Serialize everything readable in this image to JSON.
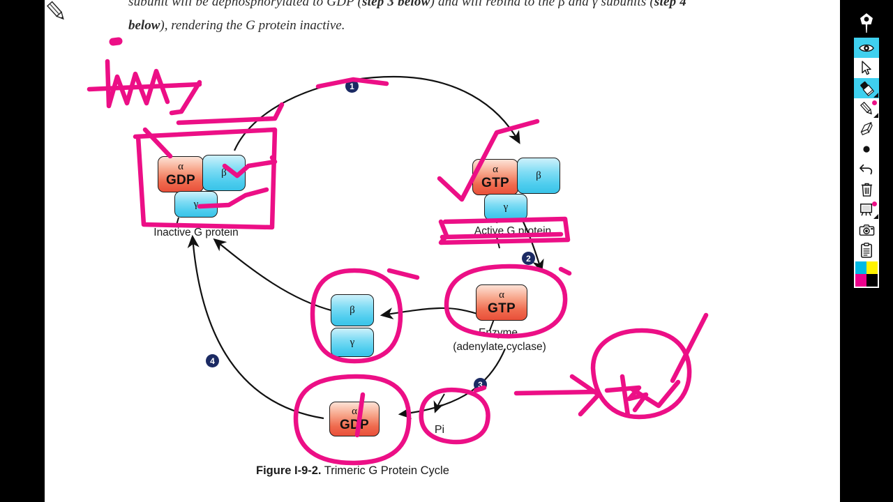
{
  "document": {
    "line1_prefix": "subunit will be dephosphorylated to GDP (",
    "line1_bold": "step 3 below",
    "line1_mid": ") and will rebind to the β and γ subunits (",
    "line1_bold2": "step 4",
    "line2_bold": "below",
    "line2_rest": "), rendering the G protein inactive."
  },
  "figure": {
    "caption_bold": "Figure I-9-2.",
    "caption_rest": " Trimeric G Protein Cycle",
    "labels": {
      "inactive": "Inactive G protein",
      "active": "Active G protein",
      "enzyme_line1": "Enzyme",
      "enzyme_line2": "(adenylate cyclase)",
      "pi": "Pi"
    },
    "steps": [
      {
        "id": "step-1",
        "number": "1"
      },
      {
        "id": "step-2",
        "number": "2"
      },
      {
        "id": "step-3",
        "number": "3"
      },
      {
        "id": "step-4",
        "number": "4"
      }
    ],
    "subunits": {
      "inactive_alpha_greek": "α",
      "inactive_alpha_nuc": "GDP",
      "inactive_beta": "β",
      "inactive_gamma": "γ",
      "active_alpha_greek": "α",
      "active_alpha_nuc": "GTP",
      "active_beta": "β",
      "active_gamma": "γ",
      "free_beta": "β",
      "free_gamma": "γ",
      "enzyme_alpha_greek": "α",
      "enzyme_alpha_nuc": "GTP",
      "bottom_alpha_greek": "α",
      "bottom_alpha_nuc": "GDP"
    },
    "colors": {
      "alpha_fill": "#ef6a4e",
      "beta_fill": "#4ecdee",
      "step_badge": "#1b2a63",
      "ink": "#ec0f86"
    }
  },
  "toolbar": {
    "logo_icon": "pen-nib-icon",
    "tools": [
      {
        "id": "tool-visibility",
        "icon": "eye-icon",
        "label": "Show / Hide annotations",
        "active": true,
        "mark": "none"
      },
      {
        "id": "tool-select",
        "icon": "cursor-arrow-icon",
        "label": "Select",
        "active": false,
        "mark": "none"
      },
      {
        "id": "tool-highlighter",
        "icon": "highlighter-icon",
        "label": "Highlighter",
        "active": true,
        "mark": "corner"
      },
      {
        "id": "tool-pen",
        "icon": "pencil-icon",
        "label": "Pen",
        "active": false,
        "mark": "dot"
      },
      {
        "id": "tool-eraser",
        "icon": "eraser-icon",
        "label": "Eraser",
        "active": false,
        "mark": "none"
      },
      {
        "id": "tool-dot",
        "icon": "dot-icon",
        "label": "Stroke size",
        "active": false,
        "mark": "none"
      },
      {
        "id": "tool-undo",
        "icon": "undo-arrow-icon",
        "label": "Undo",
        "active": false,
        "mark": "none"
      },
      {
        "id": "tool-trash",
        "icon": "trash-icon",
        "label": "Clear all",
        "active": false,
        "mark": "none"
      },
      {
        "id": "tool-whiteboard",
        "icon": "whiteboard-icon",
        "label": "Whiteboard",
        "active": false,
        "mark": "corner"
      },
      {
        "id": "tool-camera",
        "icon": "camera-icon",
        "label": "Screenshot",
        "active": false,
        "mark": "none"
      },
      {
        "id": "tool-clipboard",
        "icon": "clipboard-icon",
        "label": "Notes",
        "active": false,
        "mark": "none"
      }
    ],
    "swatches": [
      {
        "id": "swatch-cyan",
        "color": "#00b9e4"
      },
      {
        "id": "swatch-yellow",
        "color": "#fff200"
      },
      {
        "id": "swatch-magenta",
        "color": "#ec008c"
      },
      {
        "id": "swatch-black",
        "color": "#000000"
      }
    ]
  }
}
